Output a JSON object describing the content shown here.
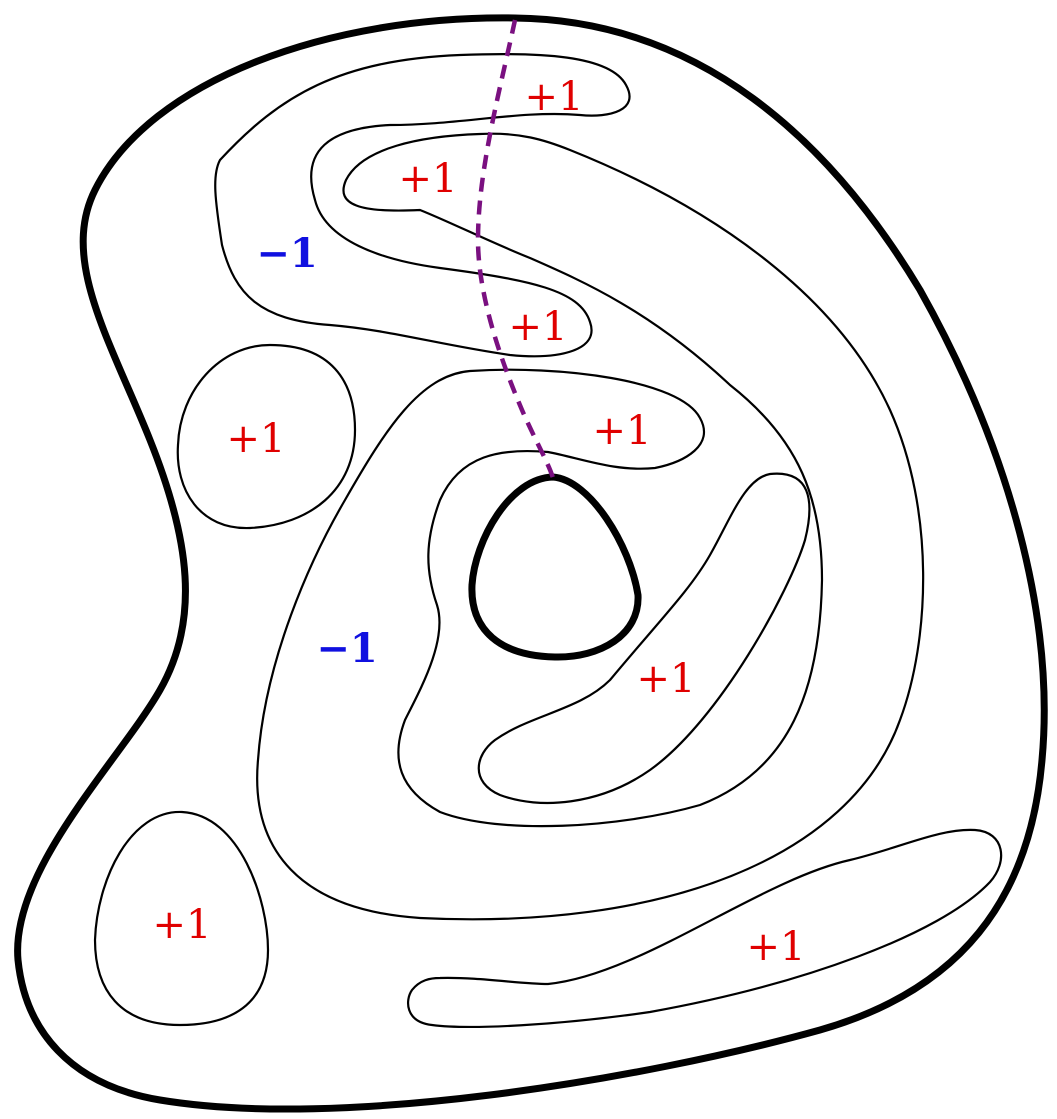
{
  "colors": {
    "positive": "#e00000",
    "negative": "#1010e0",
    "cut": "#7a1080",
    "stroke": "#000000"
  },
  "labels": {
    "top_right_tongue": "+1",
    "upper_left_tongue": "+1",
    "middle_tongue": "+1",
    "lower_middle_tongue": "+1",
    "left_blob": "+1",
    "right_crescent": "+1",
    "bottom_left_blob": "+1",
    "bottom_right_tongue": "+1",
    "upper_outer_region": "−1",
    "inner_region": "−1"
  }
}
